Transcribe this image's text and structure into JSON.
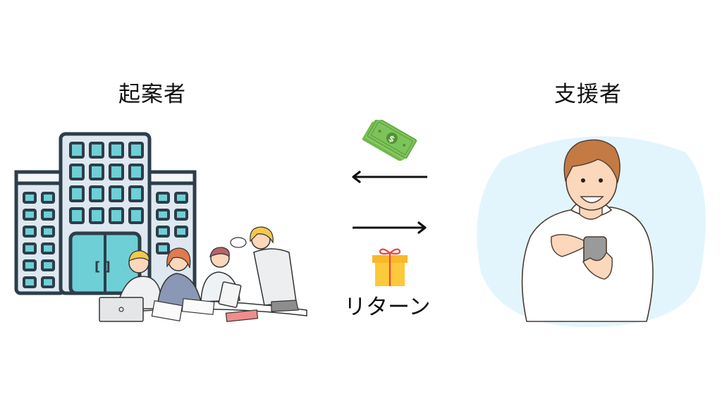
{
  "diagram": {
    "left_actor": {
      "label": "起案者",
      "icon": "office-building-with-team-icon"
    },
    "right_actor": {
      "label": "支援者",
      "icon": "person-with-smartphone-icon"
    },
    "flows": [
      {
        "direction": "right-to-left",
        "item_icon": "money-bills-icon",
        "meaning": "funding"
      },
      {
        "direction": "left-to-right",
        "item_icon": "gift-box-icon",
        "label": "リターン"
      }
    ],
    "return_label": "リターン",
    "colors": {
      "background": "#ffffff",
      "text": "#111111",
      "building_fill": "#dfe8f0",
      "building_outline": "#2c3e4a",
      "window": "#6fcfd6",
      "supporter_circle": "#e3f5fc",
      "money": "#7cc45a",
      "gift_box": "#fcc93a",
      "gift_ribbon": "#e8483d",
      "hair": "#c47a43",
      "skin": "#fbd7bb"
    }
  }
}
